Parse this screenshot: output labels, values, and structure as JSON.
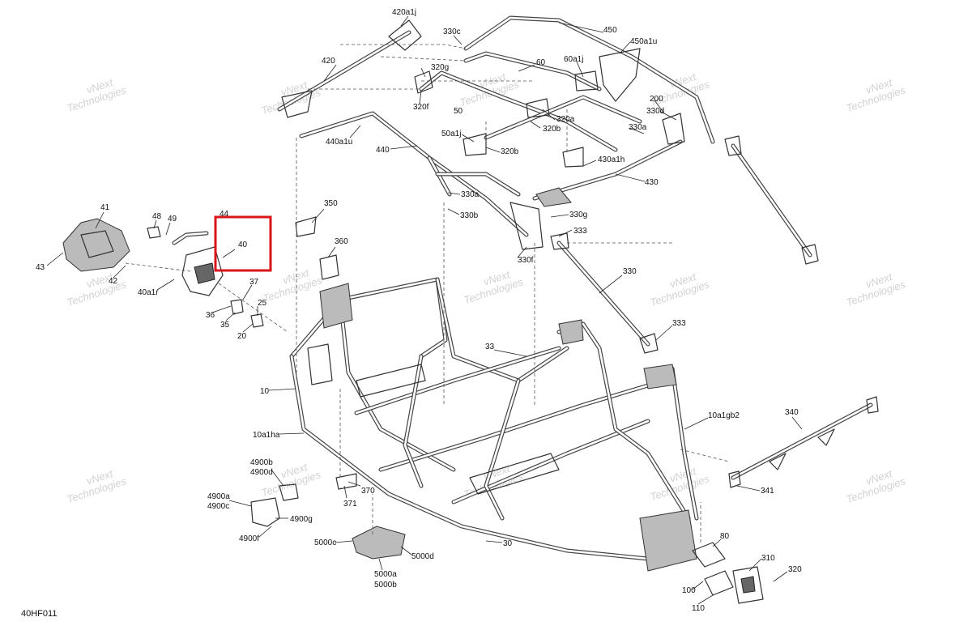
{
  "diagram_code": "40HF011",
  "watermark": {
    "line1": "vNext",
    "line2": "Technologies",
    "inline": "vNext Technologies"
  },
  "highlight_label": "40",
  "labels": [
    "420a1j",
    "330c",
    "450",
    "450a1u",
    "420",
    "60",
    "60a1j",
    "320g",
    "320f",
    "50",
    "200",
    "330d",
    "320a",
    "320b",
    "50a1j",
    "320b",
    "330a",
    "440a1u",
    "440",
    "430a1h",
    "430",
    "330a",
    "330b",
    "330g",
    "350",
    "333",
    "41",
    "48",
    "49",
    "44",
    "40",
    "360",
    "330f",
    "43",
    "42",
    "40a1r",
    "37",
    "25",
    "36",
    "35",
    "20",
    "330",
    "333",
    "33",
    "10",
    "10a1ha",
    "10a1gb2",
    "340",
    "4900b",
    "4900d",
    "341",
    "370",
    "4900a",
    "4900c",
    "4900g",
    "371",
    "4900f",
    "5000c",
    "30",
    "80",
    "5000d",
    "310",
    "5000a",
    "5000b",
    "320",
    "100",
    "110"
  ]
}
